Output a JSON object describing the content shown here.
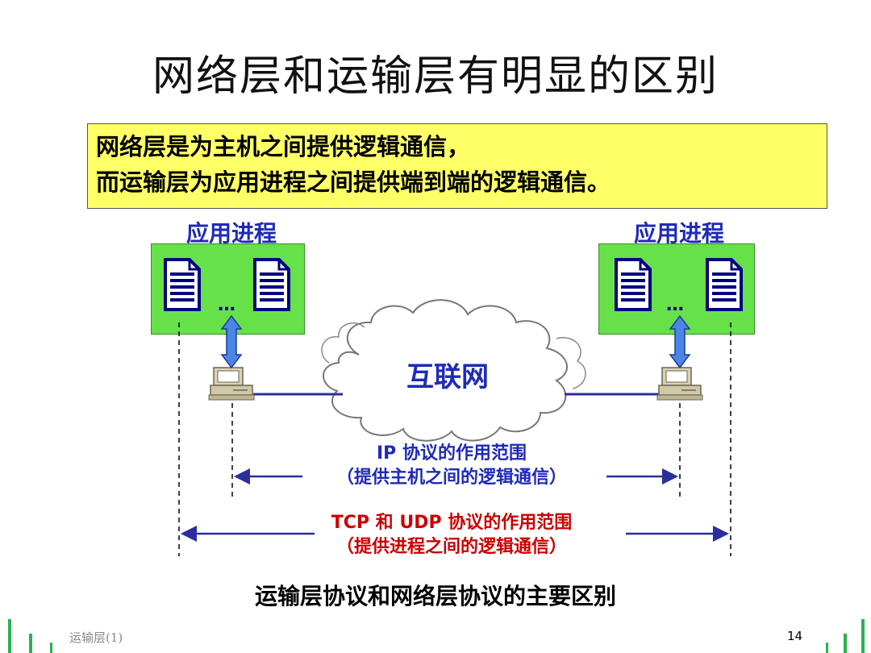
{
  "slide": {
    "title": "网络层和运输层有明显的区别",
    "highlight_line1": "网络层是为主机之间提供逻辑通信，",
    "highlight_line2": "而运输层为应用进程之间提供端到端的逻辑通信。"
  },
  "diagram": {
    "left_process_label": "应用进程",
    "right_process_label": "应用进程",
    "ellipsis": "…",
    "cloud_label": "互联网",
    "ip_scope_line1": "IP 协议的作用范围",
    "ip_scope_line2": "（提供主机之间的逻辑通信）",
    "tcp_scope_line1": "TCP 和 UDP 协议的作用范围",
    "tcp_scope_line2": "（提供进程之间的逻辑通信）",
    "colors": {
      "process_box": "#66e14a",
      "highlight": "#ffff66",
      "blue_text": "#1f2ab8",
      "red_text": "#cc0000",
      "arrow": "#4a86e8"
    }
  },
  "caption": "运输层协议和网络层协议的主要区别",
  "footer": {
    "section": "运输层(1)",
    "page_number": "14"
  }
}
